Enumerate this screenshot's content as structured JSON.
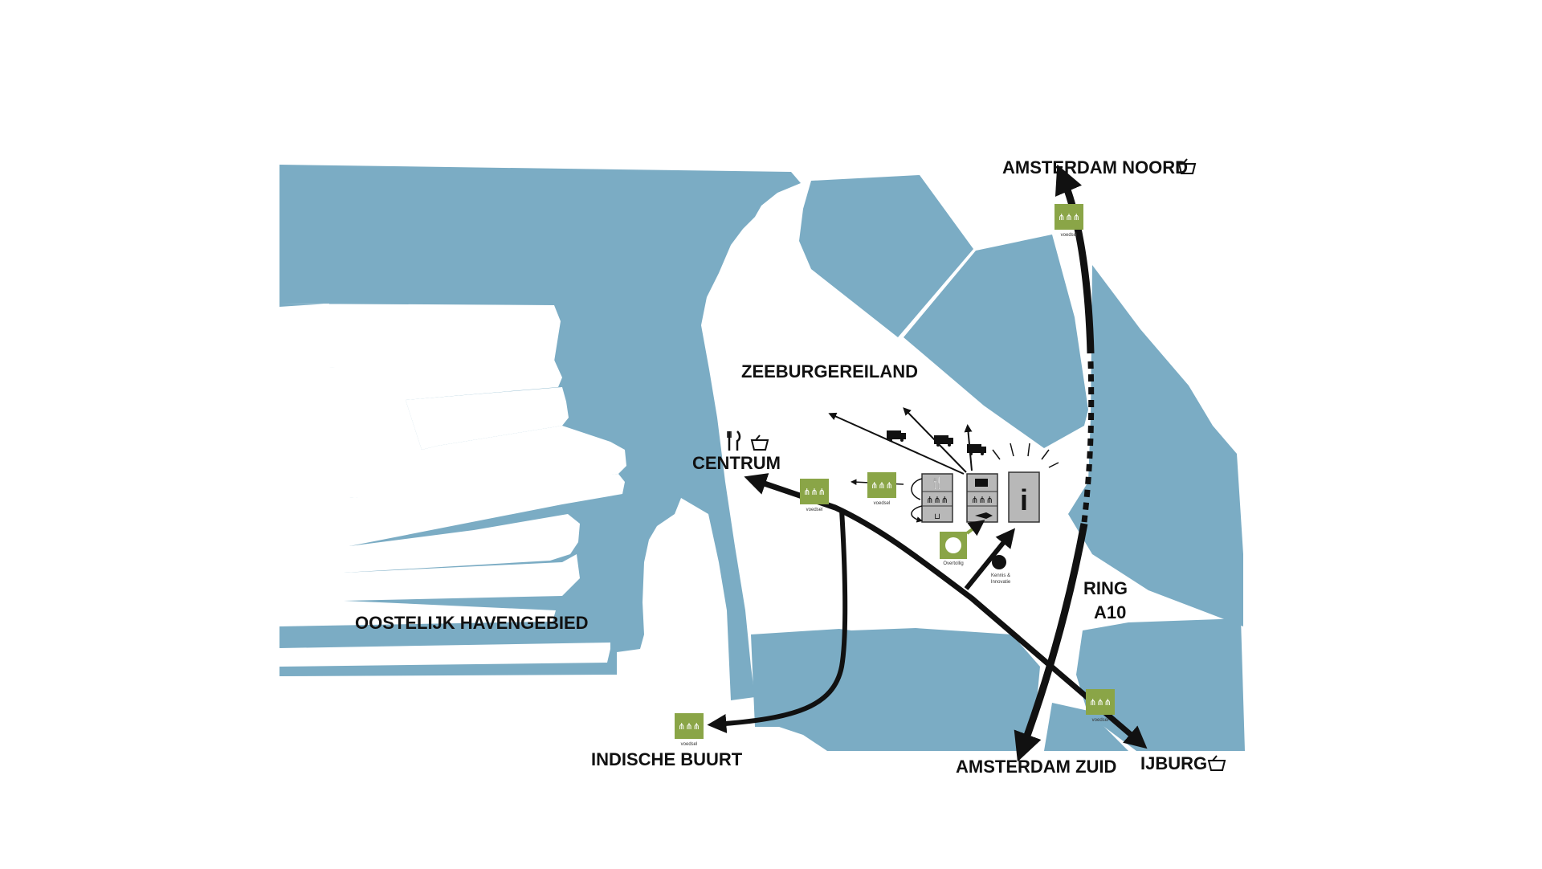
{
  "colors": {
    "water": "#7bacc4",
    "land": "#ffffff",
    "route": "#111111",
    "voedsel_badge": "#8aa547",
    "facility": "#b8b8b8"
  },
  "labels": {
    "amsterdam_noord": "AMSTERDAM NOORD",
    "zeeburgereiland": "ZEEBURGEREILAND",
    "centrum": "CENTRUM",
    "oostelijk_havengebied": "OOSTELIJK HAVENGEBIED",
    "indische_buurt": "INDISCHE BUURT",
    "amsterdam_zuid": "AMSTERDAM ZUID",
    "ijburg": "IJBURG",
    "ring": "RING",
    "a10": "A10"
  },
  "badges": {
    "voedsel": "voedsel",
    "overtollig": "Overtollig",
    "kennis_line1": "Kennis &",
    "kennis_line2": "Innovatie"
  },
  "icons": {
    "basket": "basket-icon",
    "cutlery": "cutlery-icon",
    "info": "info-icon",
    "brain": "brain-icon",
    "truck": "truck-icon"
  },
  "info_symbol": "i"
}
